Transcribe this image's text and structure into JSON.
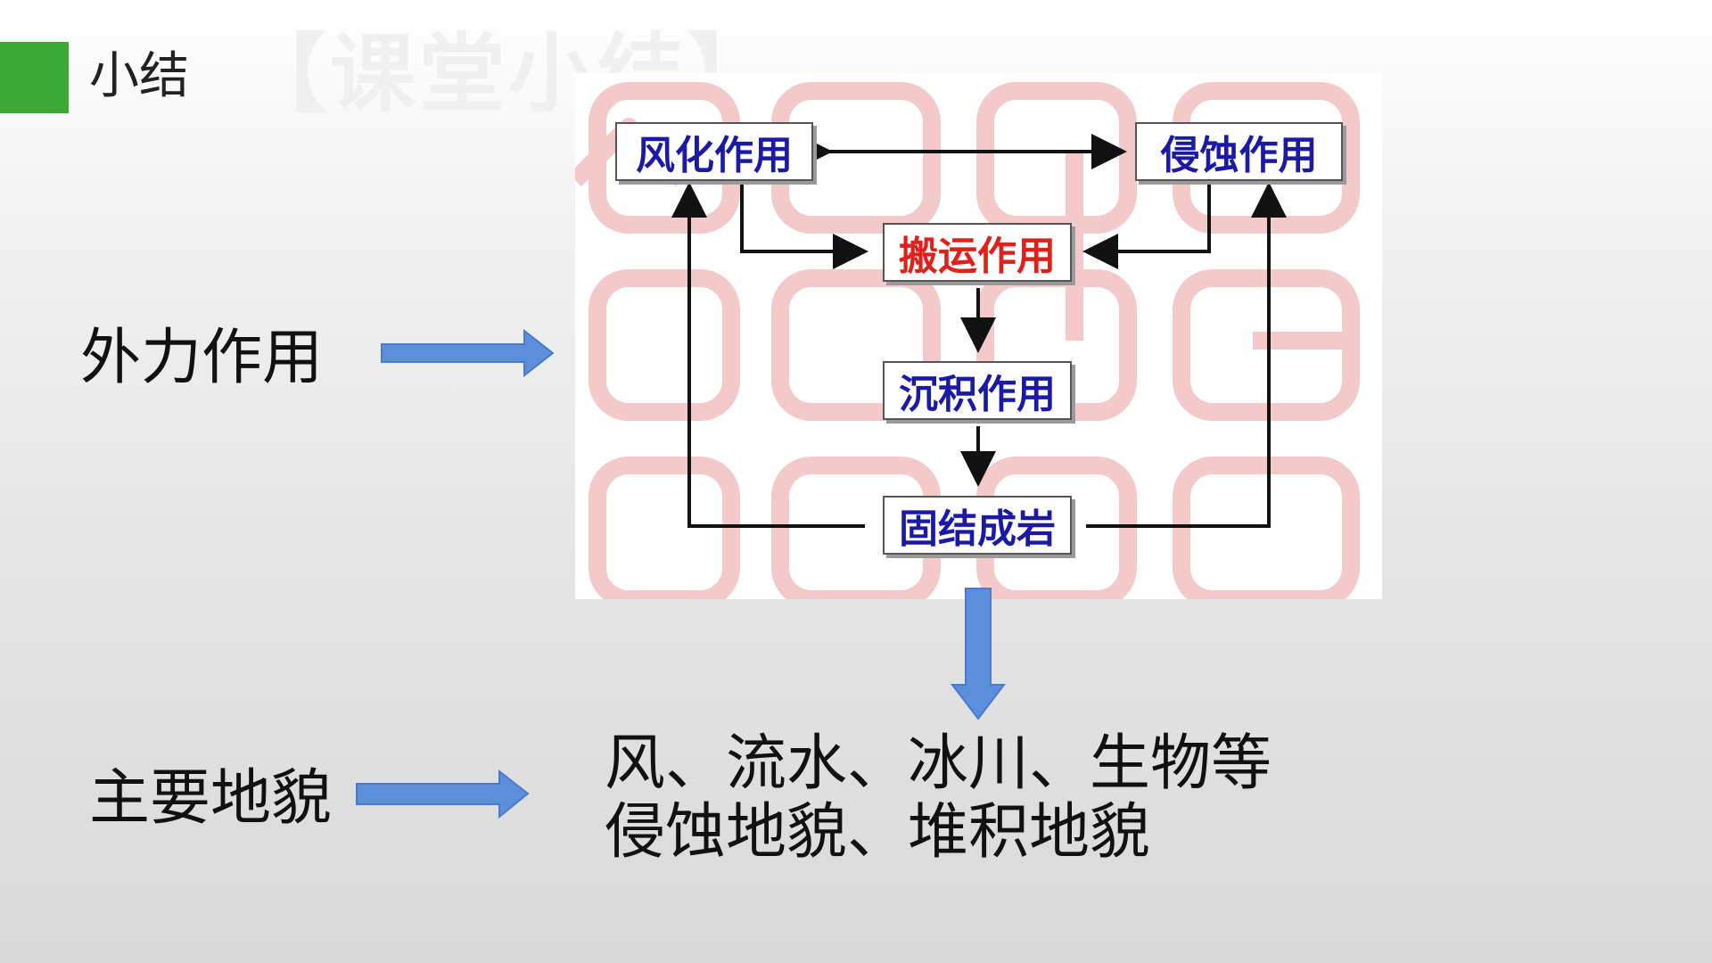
{
  "slide": {
    "title": "小结",
    "watermark": "【课堂小结】"
  },
  "labels": {
    "external_force": "外力作用",
    "main_landforms": "主要地貌"
  },
  "diagram": {
    "nodes": {
      "weathering": "风化作用",
      "erosion": "侵蚀作用",
      "transport": "搬运作用",
      "deposition": "沉积作用",
      "consolidation": "固结成岩"
    }
  },
  "landforms": {
    "line1": "风、流水、冰川、生物等",
    "line2": "侵蚀地貌、堆积地貌"
  },
  "colors": {
    "accent": "#3aaa35",
    "arrow_blue": "#5b8fdc",
    "node_text": "#1a1aa6",
    "highlight_text": "#e0201b"
  }
}
